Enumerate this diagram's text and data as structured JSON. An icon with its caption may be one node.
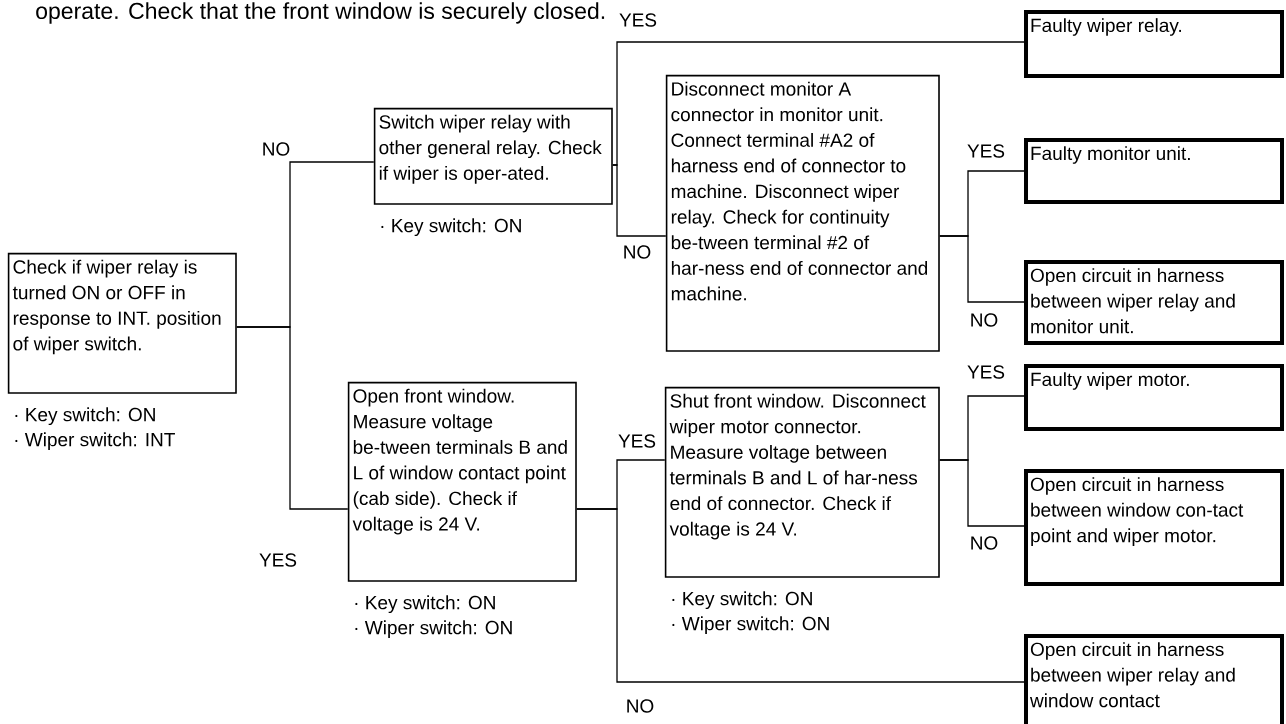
{
  "diagram": {
    "nodes": [
      {
        "text": [
          "Check if wiper relay is turned ON or OFF in response to INT. position of wiper switch."
        ],
        "beside": [
          "· Key switch: ON",
          "· Wiper switch: INT"
        ]
      },
      {
        "text": [
          "Switch wiper relay with other general relay. Check if wiper is oper-ated."
        ],
        "beside": [
          "· Key switch: ON"
        ]
      },
      {
        "text": [
          "Disconnect monitor A connector in monitor unit. Connect terminal #A2 of harness end of connector to machine. Disconnect wiper relay. Check for continuity be-tween terminal #2 of har-ness end of connector and machine."
        ]
      },
      {
        "text": [
          "Faulty wiper relay."
        ]
      },
      {
        "text": [
          "Faulty monitor unit."
        ]
      },
      {
        "text": [
          "Open circuit in harness between wiper relay and monitor unit."
        ]
      },
      {
        "text": [
          "Open front window. Measure voltage be-tween terminals B and L of window contact point (cab side). Check if voltage is 24 V."
        ],
        "beside": [
          "· Key switch: ON",
          "· Wiper switch: ON"
        ]
      },
      {
        "text": [
          "Shut front window. Disconnect wiper motor connector. Measure voltage between terminals B and L of har-ness end of connector. Check if voltage is 24 V."
        ],
        "beside": [
          "· Key switch: ON",
          "· Wiper switch: ON"
        ]
      },
      {
        "text": [
          "Faulty wiper motor."
        ]
      },
      {
        "text": [
          "Open circuit in harness between window con-tact point and wiper motor."
        ]
      },
      {
        "text": [
          "Open circuit in harness between wiper relay and window contact"
        ]
      }
    ],
    "edges": [
      {
        "from": 0,
        "to": 1,
        "arrow": "none",
        "label": "NO"
      },
      {
        "from": 0,
        "to": 6,
        "arrow": "none",
        "label": "YES"
      },
      {
        "from": 1,
        "to": 3,
        "arrow": "none",
        "label": "YES"
      },
      {
        "from": 1,
        "to": 2,
        "arrow": "none",
        "label": "NO"
      },
      {
        "from": 2,
        "to": 4,
        "arrow": "none",
        "label": "YES"
      },
      {
        "from": 2,
        "to": 5,
        "arrow": "none",
        "label": "NO"
      },
      {
        "from": 6,
        "to": 7,
        "arrow": "none",
        "label": "YES"
      },
      {
        "from": 6,
        "to": 10,
        "arrow": "none",
        "label": "NO"
      },
      {
        "from": 7,
        "to": 8,
        "arrow": "none",
        "label": "YES"
      },
      {
        "from": 7,
        "to": 9,
        "arrow": "none",
        "label": "NO"
      }
    ],
    "labels": [
      "operate. Check that the front window is securely closed."
    ]
  }
}
